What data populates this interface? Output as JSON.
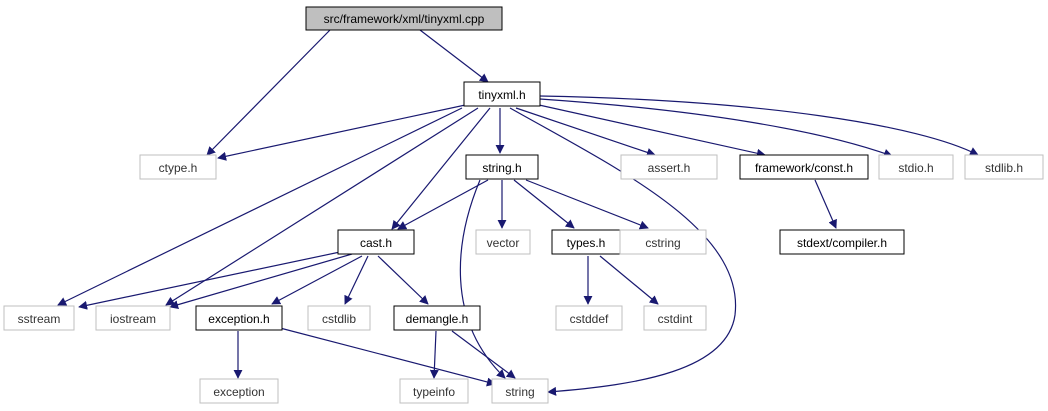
{
  "colors": {
    "edge": "#191970",
    "documented_border": "#000000",
    "external_border": "#bfbfbf",
    "root_fill": "#bfbfbf"
  },
  "nodes": {
    "root": "src/framework/xml/tinyxml.cpp",
    "tinyxml_h": "tinyxml.h",
    "ctype_h": "ctype.h",
    "string_h": "string.h",
    "assert_h": "assert.h",
    "framework_const_h": "framework/const.h",
    "stdio_h": "stdio.h",
    "stdlib_h": "stdlib.h",
    "cast_h": "cast.h",
    "vector": "vector",
    "types_h": "types.h",
    "cstring": "cstring",
    "stdext_compiler_h": "stdext/compiler.h",
    "sstream": "sstream",
    "iostream": "iostream",
    "exception_h": "exception.h",
    "cstdlib": "cstdlib",
    "demangle_h": "demangle.h",
    "cstddef": "cstddef",
    "cstdint": "cstdint",
    "exception": "exception",
    "typeinfo": "typeinfo",
    "string": "string"
  }
}
